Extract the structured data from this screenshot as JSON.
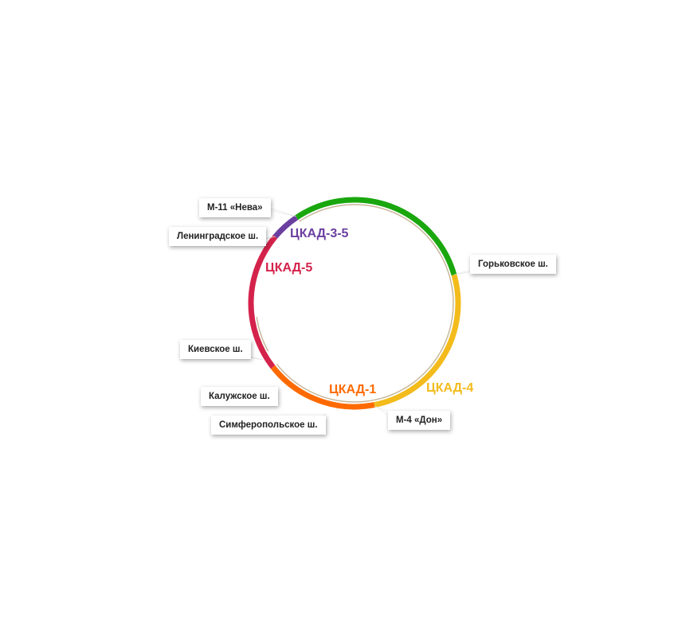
{
  "segments": [
    {
      "name": "ЦКАД-3-5",
      "color": "#6b3fa0",
      "from": 220,
      "to": 236
    },
    {
      "name": "green",
      "color": "#1aa70e",
      "from": 236,
      "to": 344
    },
    {
      "name": "ЦКАД-4",
      "color": "#f3bb1b",
      "from": 344,
      "to": 439
    },
    {
      "name": "ЦКАД-1",
      "color": "#ff6a00",
      "from": 79,
      "to": 142
    },
    {
      "name": "ЦКАД-5",
      "color": "#d4234b",
      "from": 142,
      "to": 220
    }
  ],
  "labels": {
    "s35": "ЦКАД-3-5",
    "s5": "ЦКАД-5",
    "s1": "ЦКАД-1",
    "s4": "ЦКАД-4"
  },
  "roads": {
    "neva": "М-11 «Нева»",
    "leningradskoe": "Ленинградское ш.",
    "gorkovskoe": "Горьковское ш.",
    "kievskoe": "Киевское ш.",
    "kaluzhskoe": "Калужское ш.",
    "simferopolskoe": "Симферопольское ш.",
    "don": "М-4 «Дон»"
  }
}
